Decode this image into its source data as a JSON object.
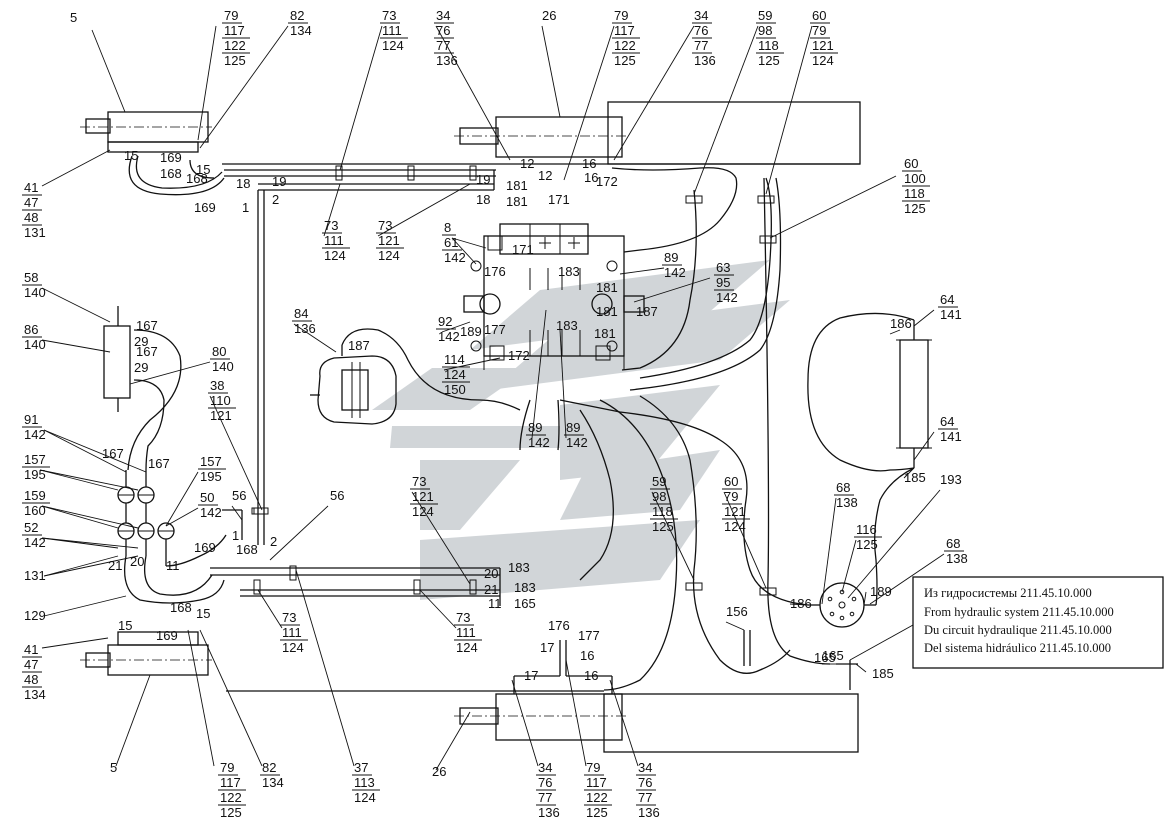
{
  "legend": {
    "lines": [
      "Из гидросистемы 211.45.10.000",
      "From hydraulic system 211.45.10.000",
      "Du circuit hydraulique 211.45.10.000",
      "Del sistema hidráulico 211.45.10.000"
    ]
  },
  "callouts": [
    {
      "id": "c1",
      "lines": [
        "5"
      ]
    },
    {
      "id": "c2",
      "lines": [
        "79",
        "117",
        "122",
        "125"
      ]
    },
    {
      "id": "c3",
      "lines": [
        "82",
        "134"
      ]
    },
    {
      "id": "c4",
      "lines": [
        "73",
        "111",
        "124"
      ]
    },
    {
      "id": "c5",
      "lines": [
        "34",
        "76",
        "77",
        "136"
      ]
    },
    {
      "id": "c6",
      "lines": [
        "26"
      ]
    },
    {
      "id": "c7",
      "lines": [
        "79",
        "117",
        "122",
        "125"
      ]
    },
    {
      "id": "c8",
      "lines": [
        "34",
        "76",
        "77",
        "136"
      ]
    },
    {
      "id": "c9",
      "lines": [
        "59",
        "98",
        "118",
        "125"
      ]
    },
    {
      "id": "c10",
      "lines": [
        "60",
        "79",
        "121",
        "124"
      ]
    },
    {
      "id": "c11",
      "lines": [
        "41",
        "47",
        "48",
        "131"
      ]
    },
    {
      "id": "c12",
      "lines": [
        "60",
        "100",
        "118",
        "125"
      ]
    },
    {
      "id": "c13",
      "lines": [
        "73",
        "111",
        "124"
      ]
    },
    {
      "id": "c14",
      "lines": [
        "73",
        "121",
        "124"
      ]
    },
    {
      "id": "c15",
      "lines": [
        "8",
        "61",
        "142"
      ]
    },
    {
      "id": "c16",
      "lines": [
        "89",
        "142"
      ]
    },
    {
      "id": "c17",
      "lines": [
        "63",
        "95",
        "142"
      ]
    },
    {
      "id": "c18",
      "lines": [
        "58",
        "140"
      ]
    },
    {
      "id": "c19",
      "lines": [
        "86",
        "140"
      ]
    },
    {
      "id": "c20",
      "lines": [
        "80",
        "140"
      ]
    },
    {
      "id": "c21",
      "lines": [
        "84",
        "136"
      ]
    },
    {
      "id": "c22",
      "lines": [
        "92",
        "142"
      ]
    },
    {
      "id": "c23",
      "lines": [
        "114",
        "124",
        "150"
      ]
    },
    {
      "id": "c24",
      "lines": [
        "64",
        "141"
      ]
    },
    {
      "id": "c25",
      "lines": [
        "64",
        "141"
      ]
    },
    {
      "id": "c26",
      "lines": [
        "38",
        "110",
        "121"
      ]
    },
    {
      "id": "c27",
      "lines": [
        "91",
        "142"
      ]
    },
    {
      "id": "c28",
      "lines": [
        "157",
        "195"
      ]
    },
    {
      "id": "c29",
      "lines": [
        "157",
        "195"
      ]
    },
    {
      "id": "c30",
      "lines": [
        "159",
        "160"
      ]
    },
    {
      "id": "c31",
      "lines": [
        "50",
        "142"
      ]
    },
    {
      "id": "c32",
      "lines": [
        "52",
        "142"
      ]
    },
    {
      "id": "c33",
      "lines": [
        "89",
        "142"
      ]
    },
    {
      "id": "c34",
      "lines": [
        "89",
        "142"
      ]
    },
    {
      "id": "c35",
      "lines": [
        "73",
        "121",
        "124"
      ]
    },
    {
      "id": "c36",
      "lines": [
        "59",
        "98",
        "118",
        "125"
      ]
    },
    {
      "id": "c37",
      "lines": [
        "60",
        "79",
        "121",
        "124"
      ]
    },
    {
      "id": "c38",
      "lines": [
        "68",
        "138"
      ]
    },
    {
      "id": "c39",
      "lines": [
        "116",
        "125"
      ]
    },
    {
      "id": "c40",
      "lines": [
        "68",
        "138"
      ]
    },
    {
      "id": "c41",
      "lines": [
        "193"
      ]
    },
    {
      "id": "c42",
      "lines": [
        "131"
      ]
    },
    {
      "id": "c43",
      "lines": [
        "129"
      ]
    },
    {
      "id": "c44",
      "lines": [
        "56"
      ]
    },
    {
      "id": "c45",
      "lines": [
        "56"
      ]
    },
    {
      "id": "c46",
      "lines": [
        "41",
        "47",
        "48",
        "134"
      ]
    },
    {
      "id": "c47",
      "lines": [
        "73",
        "111",
        "124"
      ]
    },
    {
      "id": "c48",
      "lines": [
        "73",
        "111",
        "124"
      ]
    },
    {
      "id": "c49",
      "lines": [
        "5"
      ]
    },
    {
      "id": "c50",
      "lines": [
        "79",
        "117",
        "122",
        "125"
      ]
    },
    {
      "id": "c51",
      "lines": [
        "82",
        "134"
      ]
    },
    {
      "id": "c52",
      "lines": [
        "37",
        "113",
        "124"
      ]
    },
    {
      "id": "c53",
      "lines": [
        "26"
      ]
    },
    {
      "id": "c54",
      "lines": [
        "34",
        "76",
        "77",
        "136"
      ]
    },
    {
      "id": "c55",
      "lines": [
        "79",
        "117",
        "122",
        "125"
      ]
    },
    {
      "id": "c56",
      "lines": [
        "34",
        "76",
        "77",
        "136"
      ]
    },
    {
      "id": "c57",
      "lines": [
        "156"
      ]
    },
    {
      "id": "c58",
      "lines": [
        "185"
      ]
    },
    {
      "id": "c59",
      "lines": [
        "185"
      ]
    },
    {
      "id": "c60",
      "lines": [
        "186"
      ]
    },
    {
      "id": "c61",
      "lines": [
        "186"
      ]
    },
    {
      "id": "c62",
      "lines": [
        "189"
      ]
    },
    {
      "id": "c63",
      "lines": [
        "165"
      ]
    }
  ],
  "marks": [
    "15",
    "169",
    "168",
    "15",
    "168",
    "18",
    "19",
    "2",
    "169",
    "1",
    "12",
    "12",
    "16",
    "172",
    "181",
    "171",
    "16",
    "19",
    "18",
    "181",
    "181",
    "171",
    "176",
    "183",
    "181",
    "187",
    "189",
    "177",
    "183",
    "181",
    "172",
    "167",
    "29",
    "167",
    "29",
    "187",
    "167",
    "167",
    "21",
    "20",
    "11",
    "169",
    "1",
    "168",
    "2",
    "20",
    "183",
    "21",
    "183",
    "11",
    "165",
    "15",
    "168",
    "15",
    "169",
    "176",
    "17",
    "177",
    "16",
    "17",
    "16",
    "165"
  ]
}
